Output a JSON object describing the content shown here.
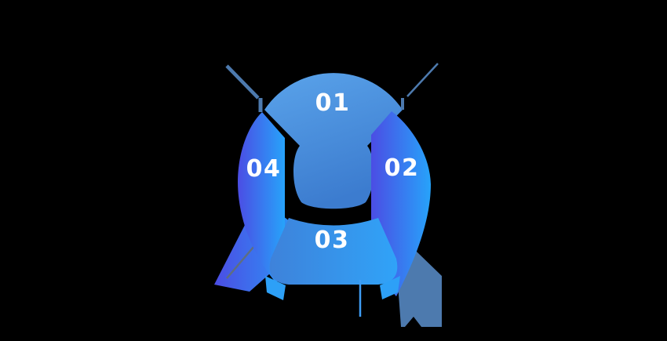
{
  "diagram": {
    "kind": "circular-4-step-infographic",
    "steps": [
      {
        "number": "01",
        "position": "top"
      },
      {
        "number": "02",
        "position": "right"
      },
      {
        "number": "03",
        "position": "bottom"
      },
      {
        "number": "04",
        "position": "left"
      }
    ],
    "colors": {
      "background": "#000000",
      "petal_indigo": "#4b4de4",
      "petal_blue": "#27a3fa",
      "fan_light": "#5aa3ea",
      "fan_dark": "#3c7ccf",
      "step3_left": "#3e82da",
      "step3_right": "#30a3f8",
      "fold_blue": "#2da0f7",
      "steel_accent": "#4d7aae",
      "crease_gray": "#5e6e80",
      "pointer_blue": "#3f9df5",
      "label_text": "#ffffff"
    }
  }
}
